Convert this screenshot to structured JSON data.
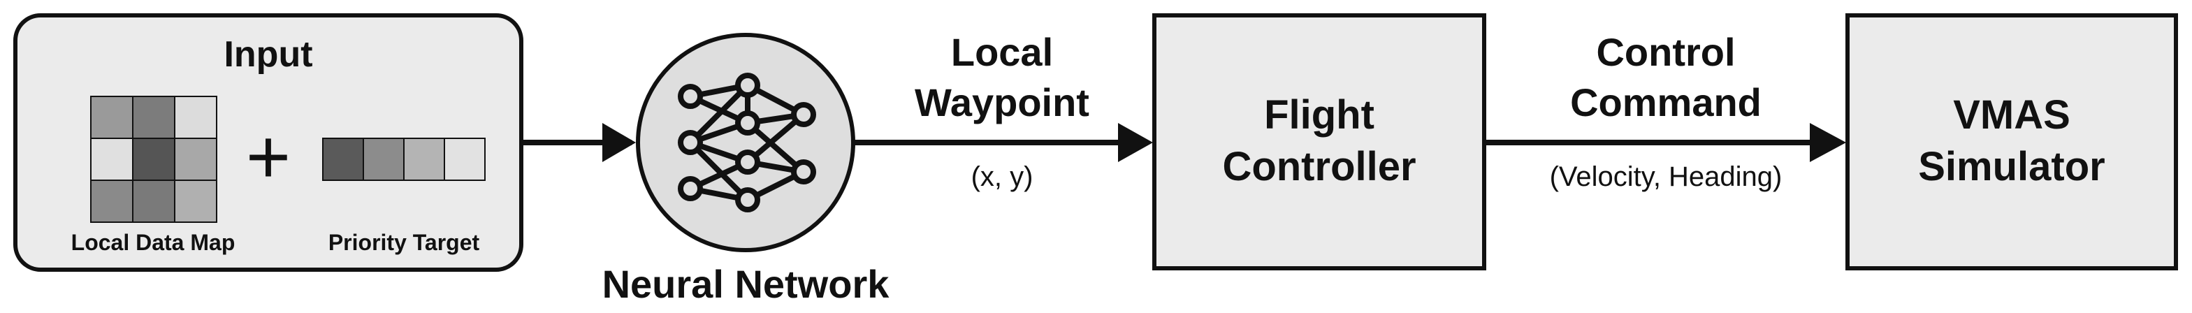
{
  "input": {
    "title": "Input",
    "local_data_map_label": "Local Data Map",
    "priority_target_label": "Priority Target",
    "plus_symbol": "+",
    "grid_colors": [
      [
        "#9a9a9a",
        "#7c7c7c",
        "#dcdcdc"
      ],
      [
        "#e0e0e0",
        "#555555",
        "#a8a8a8"
      ],
      [
        "#8a8a8a",
        "#7a7a7a",
        "#b0b0b0"
      ]
    ],
    "priority_colors": [
      "#5a5a5a",
      "#8c8c8c",
      "#b4b4b4",
      "#e2e2e2"
    ]
  },
  "neural_network": {
    "label": "Neural Network"
  },
  "edge_nn_to_fc": {
    "label_line1": "Local",
    "label_line2": "Waypoint",
    "sub_label": "(x, y)"
  },
  "flight_controller": {
    "label_line1": "Flight",
    "label_line2": "Controller"
  },
  "edge_fc_to_sim": {
    "label_line1": "Control",
    "label_line2": "Command",
    "sub_label": "(Velocity, Heading)"
  },
  "simulator": {
    "label_line1": "VMAS",
    "label_line2": "Simulator"
  },
  "colors": {
    "box_fill": "#ebebeb",
    "stroke": "#111111",
    "nn_fill": "#dedede"
  }
}
